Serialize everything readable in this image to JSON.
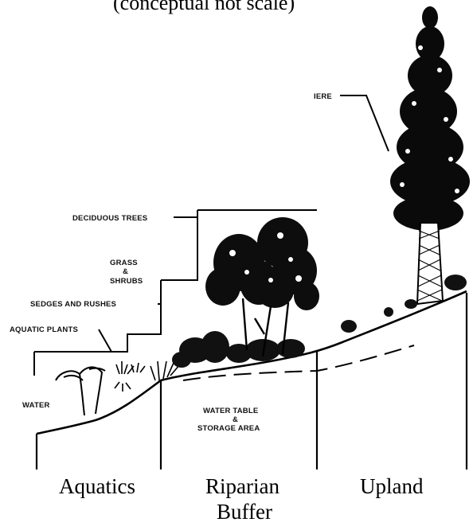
{
  "top_caption": "(conceptual not scale)",
  "labels": {
    "conifer": "IERE",
    "deciduous_trees": "DECIDUOUS TREES",
    "grass_line1": "GRASS",
    "grass_line2": "&",
    "grass_line3": "SHRUBS",
    "sedges": "SEDGES AND RUSHES",
    "aquatic": "AQUATIC PLANTS",
    "water": "WATER",
    "water_table_line1": "WATER TABLE",
    "water_table_line2": "&",
    "water_table_line3": "STORAGE AREA"
  },
  "zones": {
    "aquatics": "Aquatics",
    "riparian_line1": "Riparian",
    "riparian_line2": "Buffer",
    "upland": "Upland"
  }
}
